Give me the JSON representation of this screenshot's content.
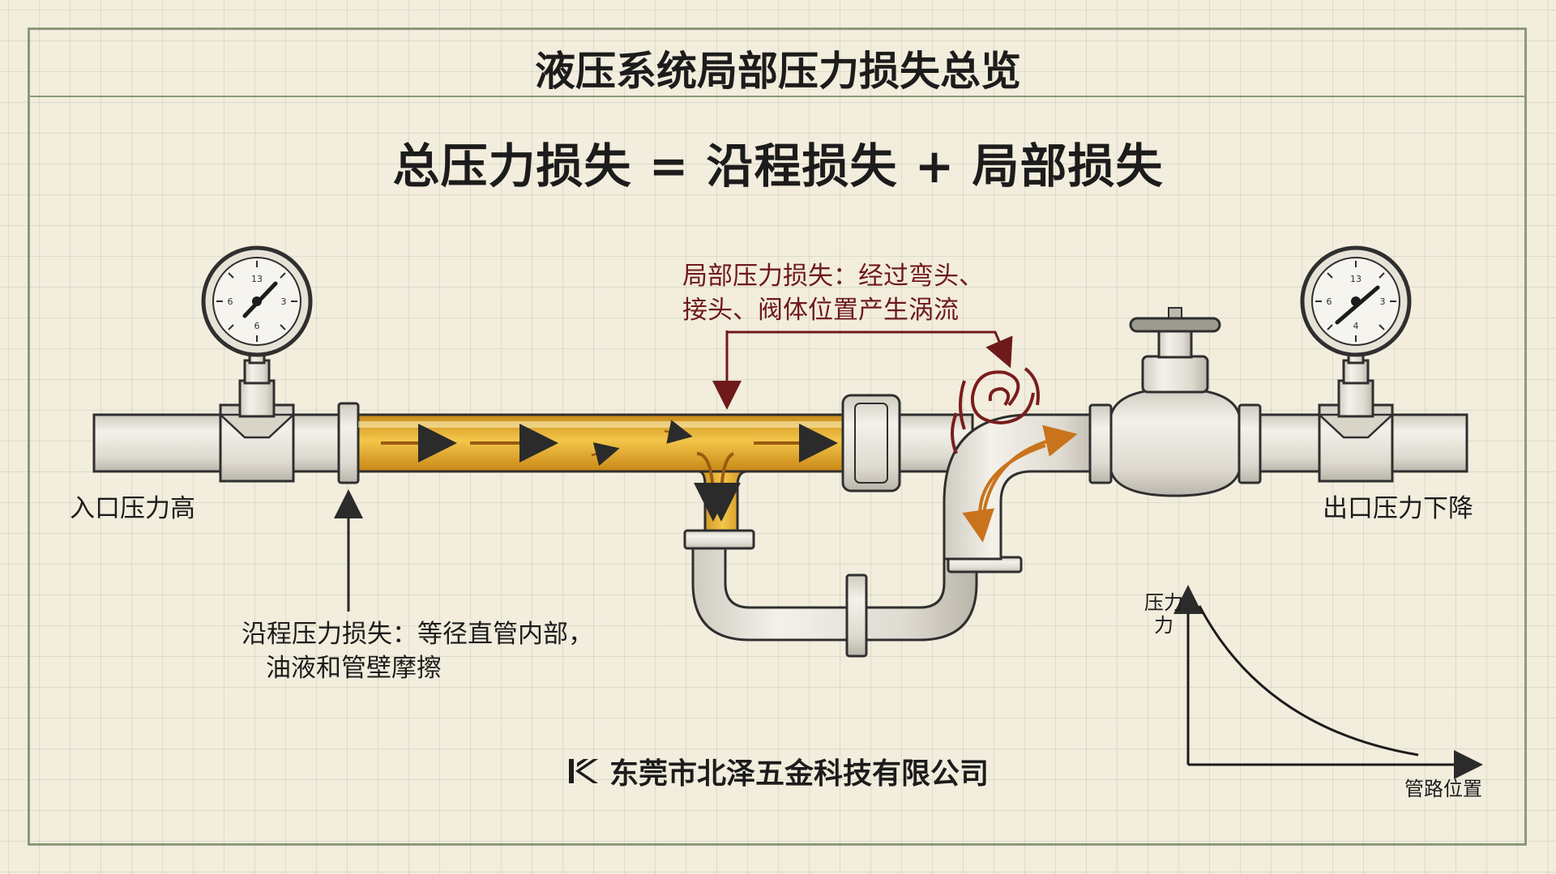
{
  "title": "液压系统局部压力损失总览",
  "formula": "总压力损失 = 沿程损失 + 局部损失",
  "inlet_label": "入口压力高",
  "outlet_label": "出口压力下降",
  "friction_loss": {
    "line1": "沿程压力损失：等径直管内部，",
    "line2": "油液和管壁摩擦"
  },
  "local_loss": {
    "line1": "局部压力损失：经过弯头、",
    "line2": "接头、阀体位置产生涡流"
  },
  "company": "东莞市北泽五金科技有限公司",
  "gauge_left": {
    "dial_numbers": [
      "13",
      "3",
      "6",
      "6"
    ]
  },
  "gauge_right": {
    "dial_numbers": [
      "13",
      "3",
      "6",
      "4"
    ]
  },
  "mini_chart": {
    "y_label": "压力力",
    "x_label": "管路位置"
  },
  "colors": {
    "pipe_fill": "#e9e6dc",
    "pipe_stroke": "#2f2f2f",
    "oil": "#e0a82a",
    "arrow_orange": "#c9731c",
    "callout_red": "#6e1a1a",
    "grid": "#8c9a78"
  }
}
